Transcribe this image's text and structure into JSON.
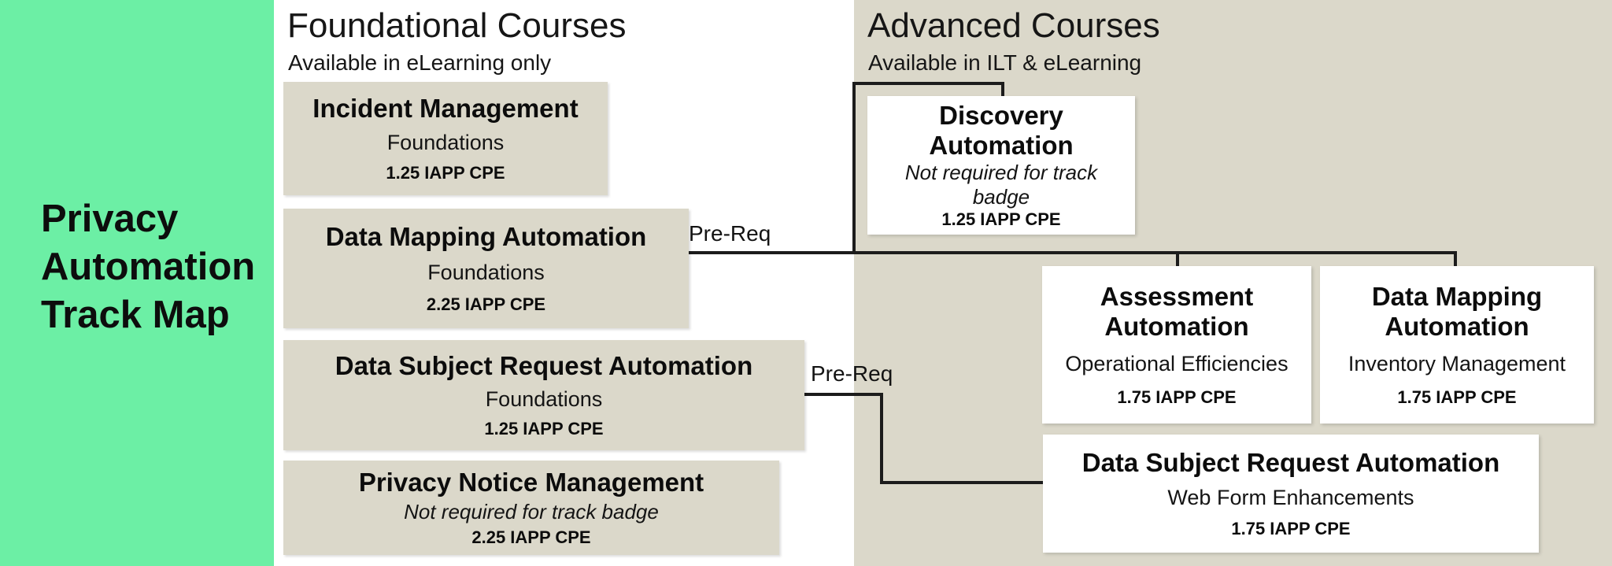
{
  "track": {
    "title": "Privacy\nAutomation\nTrack Map"
  },
  "colors": {
    "green_panel": "#6CEFA5",
    "beige": "#DBD8CA",
    "box_white": "#FFFFFF",
    "line_black": "#1C1C1C"
  },
  "foundational": {
    "heading": "Foundational Courses",
    "subheading": "Available in eLearning only",
    "courses": [
      {
        "title": "Incident Management",
        "subtitle": "Foundations",
        "cpe": "1.25 IAPP CPE"
      },
      {
        "title": "Data Mapping Automation",
        "subtitle": "Foundations",
        "cpe": "2.25 IAPP CPE"
      },
      {
        "title": "Data Subject Request Automation",
        "subtitle": "Foundations",
        "cpe": "1.25 IAPP CPE"
      },
      {
        "title": "Privacy Notice Management",
        "subtitle": "Not required for track badge",
        "cpe": "2.25 IAPP CPE"
      }
    ]
  },
  "advanced": {
    "heading": "Advanced Courses",
    "subheading": "Available in ILT & eLearning",
    "courses": [
      {
        "title": "Discovery Automation",
        "subtitle": "Not required for track badge",
        "cpe": "1.25 IAPP CPE"
      },
      {
        "title": "Assessment Automation",
        "subtitle": "Operational Efficiencies",
        "cpe": "1.75 IAPP CPE"
      },
      {
        "title": "Data Mapping Automation",
        "subtitle": "Inventory Management",
        "cpe": "1.75 IAPP CPE"
      },
      {
        "title": "Data Subject Request Automation",
        "subtitle": "Web Form Enhancements",
        "cpe": "1.75 IAPP CPE"
      }
    ]
  },
  "connectors": {
    "labels": [
      "Pre-Req",
      "Pre-Req"
    ]
  }
}
